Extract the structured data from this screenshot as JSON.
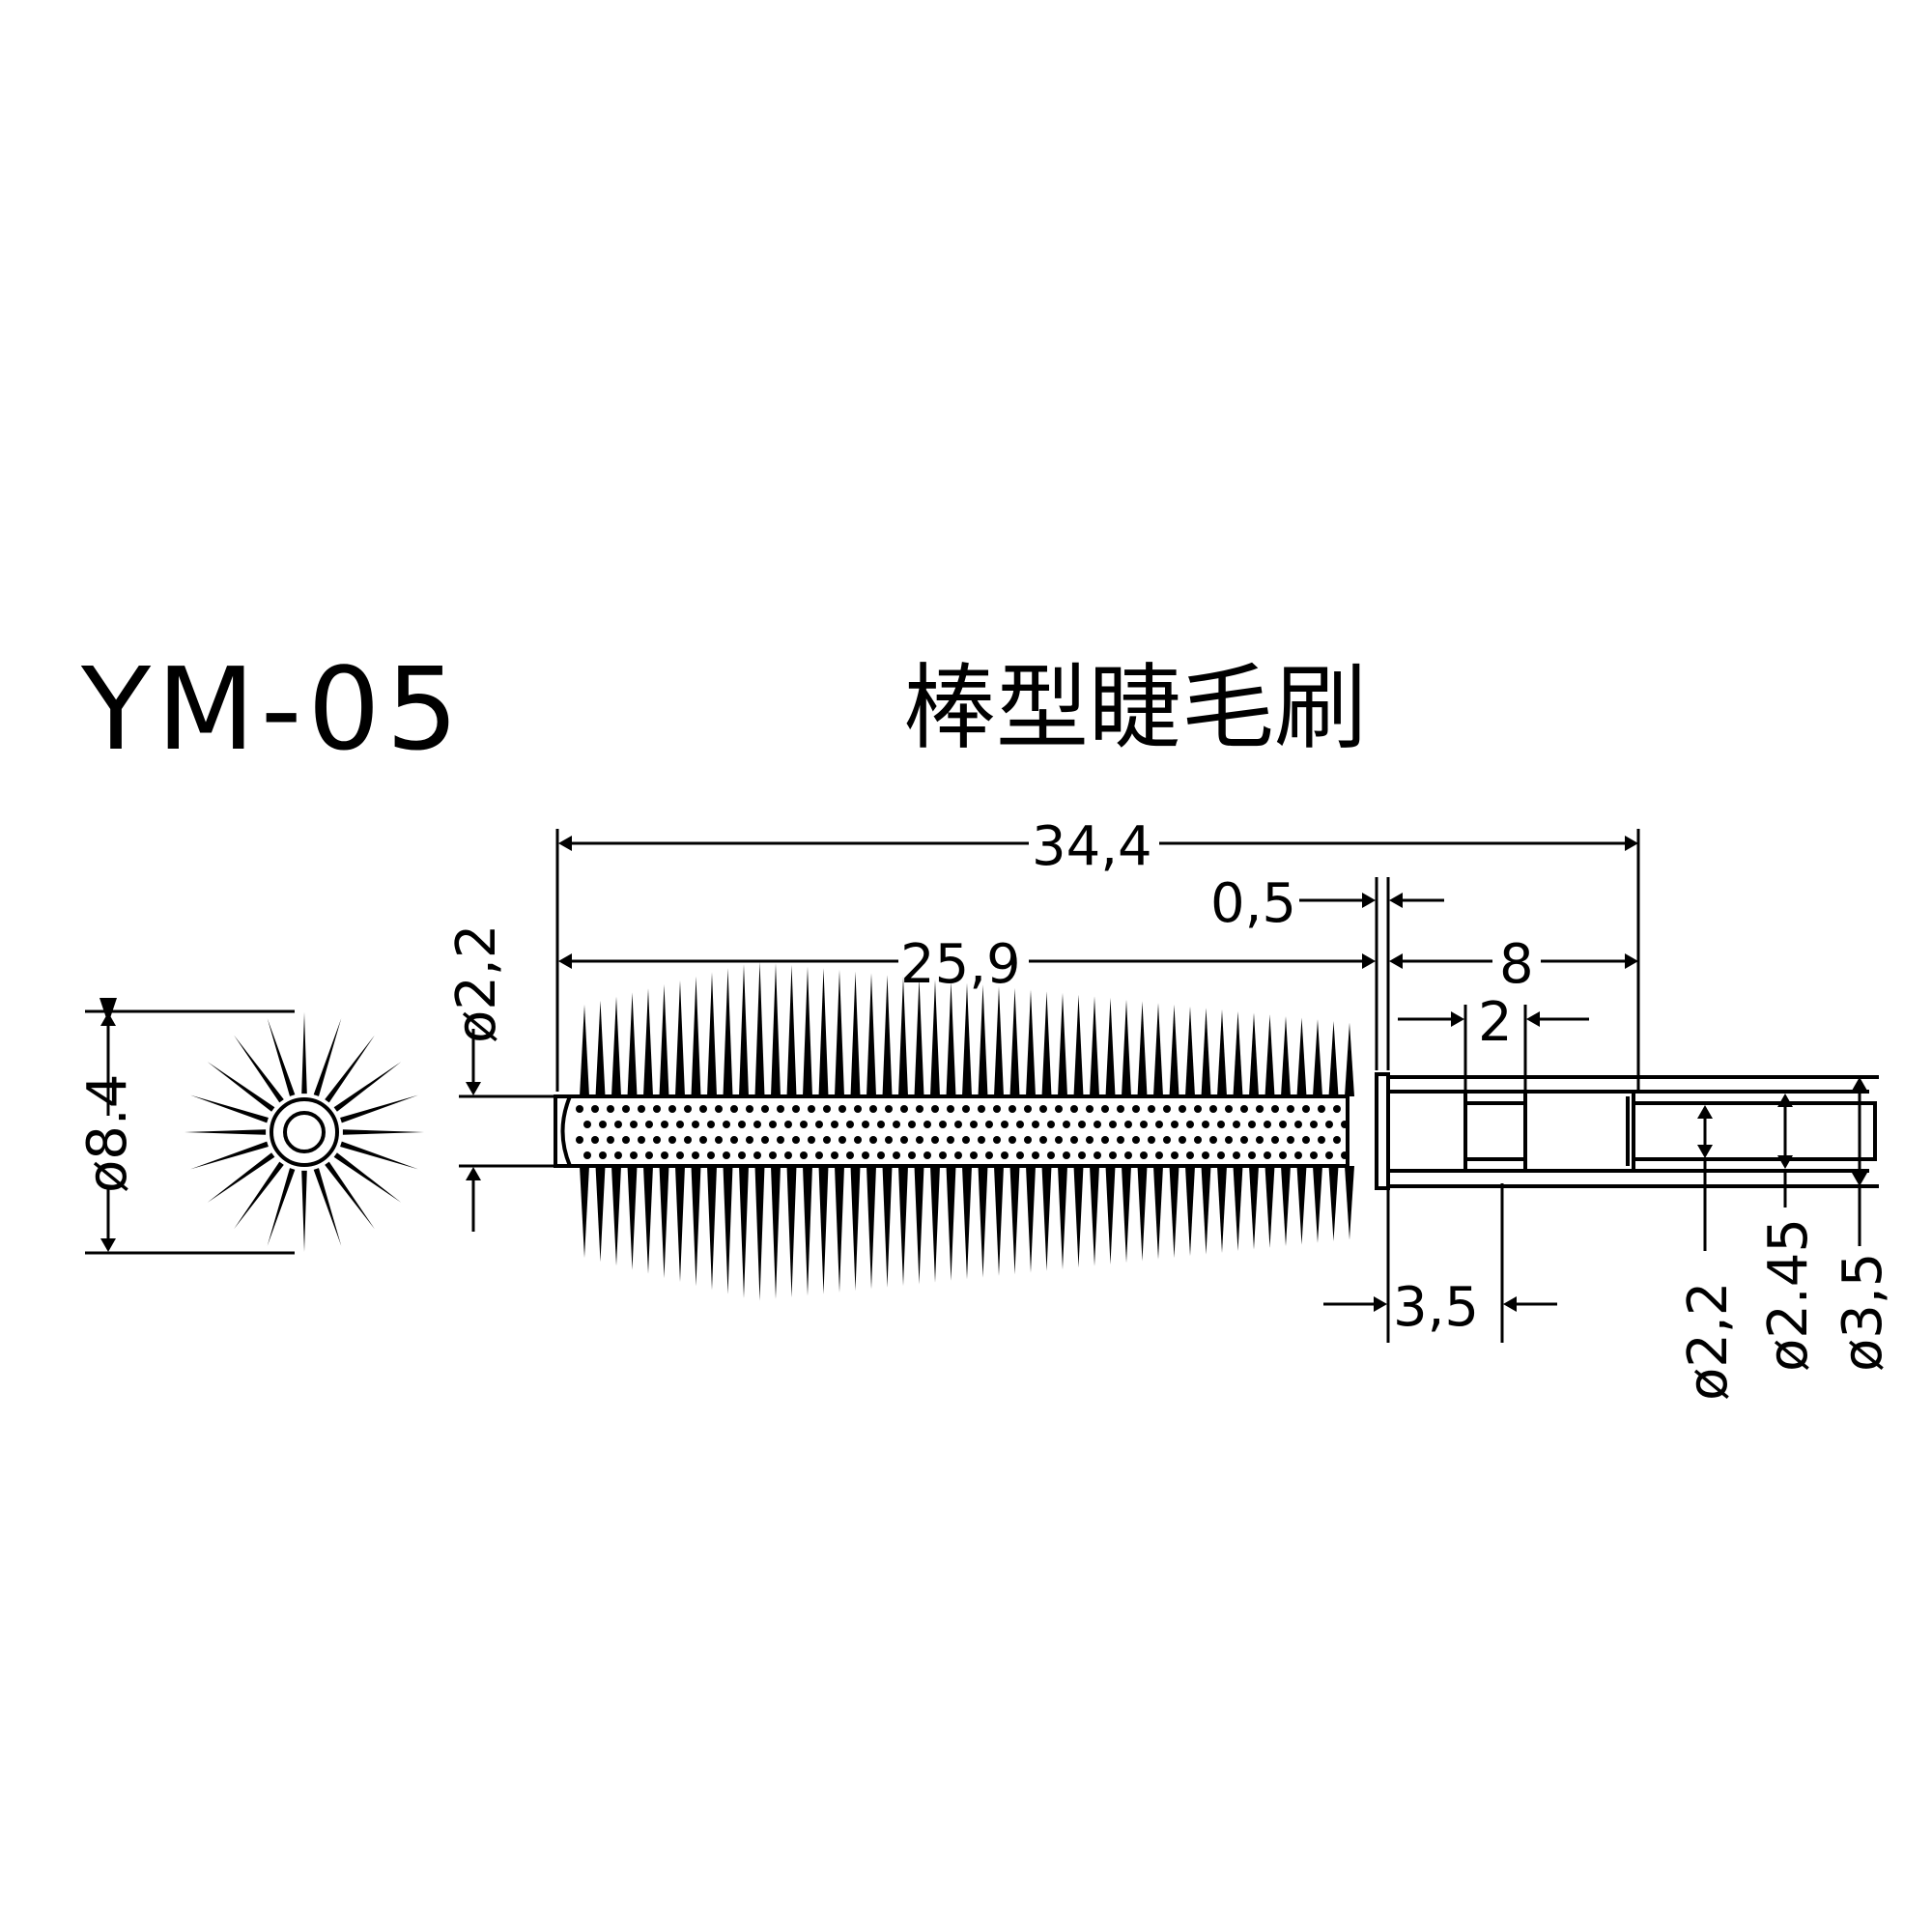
{
  "model_code": "YM-05",
  "product_name": "棒型睫毛刷",
  "dimensions": {
    "overall_length": "34,4",
    "brush_length": "25,9",
    "collar_width": "0,5",
    "stem_length": "8",
    "groove_width": "2",
    "stem_step_length": "3,5",
    "core_diameter": "ø2,2",
    "brush_diameter": "ø8.4",
    "stem_groove_diameter": "ø2,2",
    "stem_mid_diameter": "ø2.45",
    "stem_outer_diameter": "ø3,5"
  }
}
